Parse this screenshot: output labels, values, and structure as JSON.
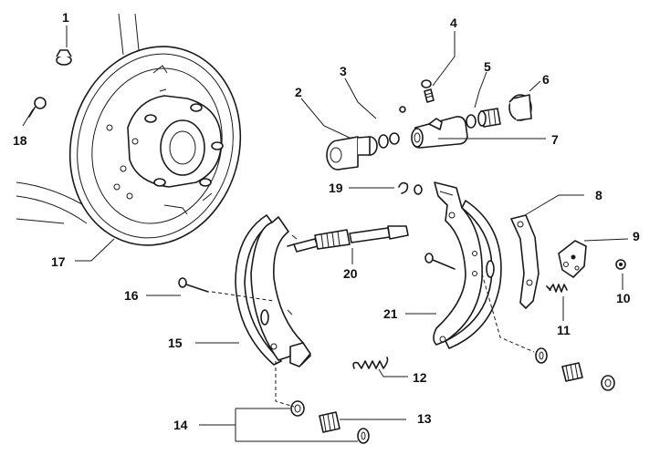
{
  "diagram": {
    "callouts": [
      {
        "id": "1",
        "label": "1"
      },
      {
        "id": "2",
        "label": "2"
      },
      {
        "id": "3",
        "label": "3"
      },
      {
        "id": "4",
        "label": "4"
      },
      {
        "id": "5",
        "label": "5"
      },
      {
        "id": "6",
        "label": "6"
      },
      {
        "id": "7",
        "label": "7"
      },
      {
        "id": "8",
        "label": "8"
      },
      {
        "id": "9",
        "label": "9"
      },
      {
        "id": "10",
        "label": "10"
      },
      {
        "id": "11",
        "label": "11"
      },
      {
        "id": "12",
        "label": "12"
      },
      {
        "id": "13",
        "label": "13"
      },
      {
        "id": "14",
        "label": "14"
      },
      {
        "id": "15",
        "label": "15"
      },
      {
        "id": "16",
        "label": "16"
      },
      {
        "id": "17",
        "label": "17"
      },
      {
        "id": "18",
        "label": "18"
      },
      {
        "id": "19",
        "label": "19"
      },
      {
        "id": "20",
        "label": "20"
      },
      {
        "id": "21",
        "label": "21"
      }
    ],
    "colors": {
      "ink": "#1a1a1a",
      "paper": "#ffffff"
    }
  }
}
